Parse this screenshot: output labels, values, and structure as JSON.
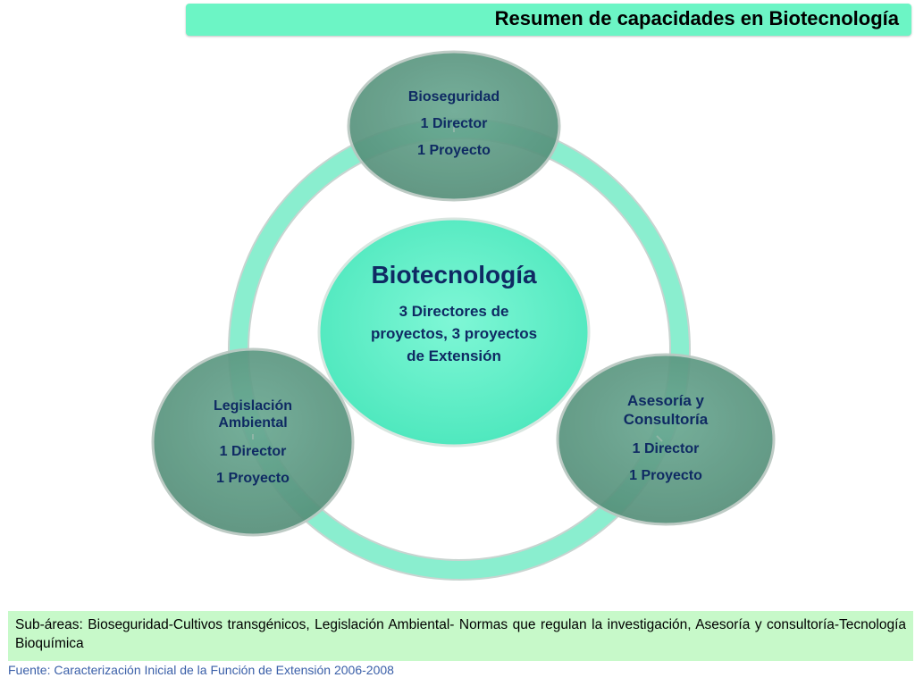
{
  "header": {
    "title": "Resumen de capacidades en Biotecnología"
  },
  "center": {
    "title": "Biotecnología",
    "subtitle": "3 Directores de proyectos, 3 proyectos de Extensión"
  },
  "nodes": [
    {
      "name": "Bioseguridad",
      "director": "1 Director",
      "project": "1 Proyecto"
    },
    {
      "name": "Legislación Ambiental",
      "director": "1 Director",
      "project": "1 Proyecto"
    },
    {
      "name": "Asesoría y Consultoría",
      "director": "1 Director",
      "project": "1 Proyecto"
    }
  ],
  "footer": {
    "subareas": "Sub-áreas: Bioseguridad-Cultivos transgénicos, Legislación Ambiental- Normas que regulan la investigación, Asesoría y consultoría-Tecnología Bioquímica",
    "source": "Fuente: Caracterización Inicial de la Función de Extensión 2006-2008"
  },
  "colors": {
    "title_bg": "#6cf5c5",
    "ring": "#7ff2cf",
    "center_fill": "#5ff0c8",
    "node_fill": "#5e9e86",
    "text": "#0f2a63",
    "note_bg": "#c7f9c9",
    "source_text": "#3a5fa8"
  }
}
